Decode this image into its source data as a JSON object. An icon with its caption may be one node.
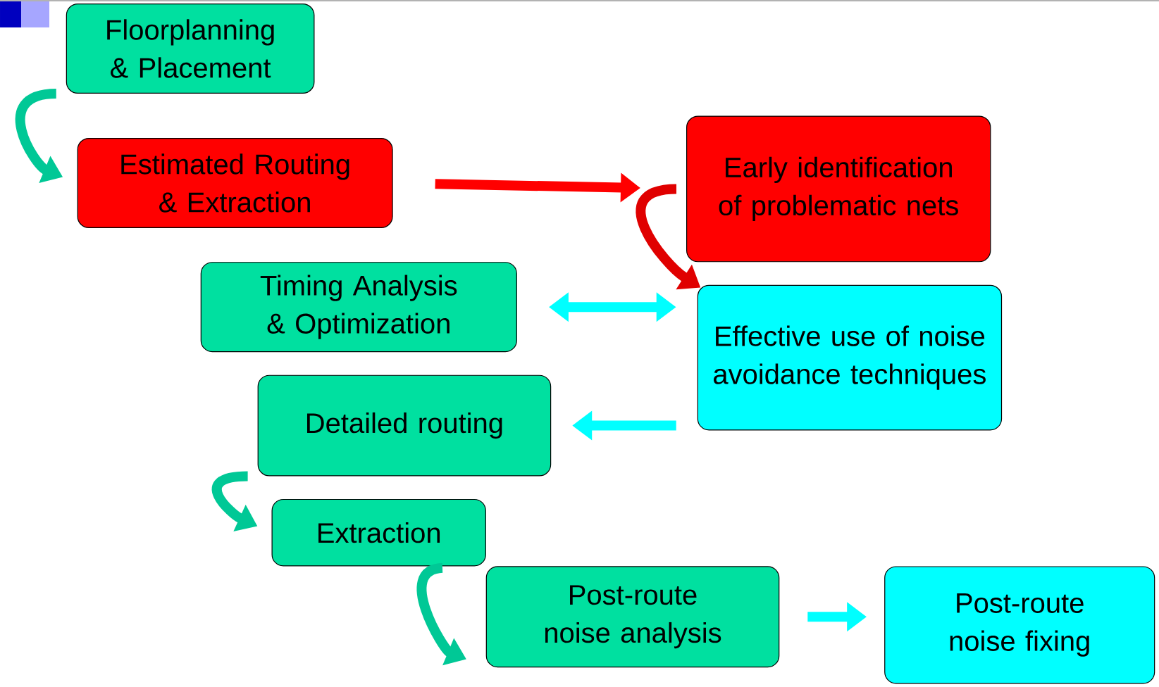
{
  "diagram": {
    "nodes": [
      {
        "text": [
          "Floorplanning & Placement"
        ]
      },
      {
        "text": [
          "Estimated Routing & Extraction"
        ]
      },
      {
        "text": [
          "Early identification of problematic nets"
        ]
      },
      {
        "text": [
          "Timing Analysis & Optimization"
        ]
      },
      {
        "text": [
          "Effective use of noise avoidance techniques"
        ]
      },
      {
        "text": [
          "Detailed routing"
        ]
      },
      {
        "text": [
          "Extraction"
        ]
      },
      {
        "text": [
          "Post-route noise analysis"
        ]
      },
      {
        "text": [
          "Post-route noise fixing"
        ]
      }
    ],
    "edges": [
      {
        "from": 0,
        "to": 1,
        "arrow": "to",
        "color": "#00c896"
      },
      {
        "from": 1,
        "to": 2,
        "arrow": "to",
        "color": "#ff0000"
      },
      {
        "from": 2,
        "to": 4,
        "arrow": "to",
        "color": "#e00000"
      },
      {
        "from": 3,
        "to": 4,
        "arrow": "both",
        "color": "#00ffff"
      },
      {
        "from": 4,
        "to": 5,
        "arrow": "to",
        "color": "#00ffff"
      },
      {
        "from": 5,
        "to": 6,
        "arrow": "to",
        "color": "#00c896"
      },
      {
        "from": 6,
        "to": 7,
        "arrow": "to",
        "color": "#00c896"
      },
      {
        "from": 7,
        "to": 8,
        "arrow": "to",
        "color": "#00ffff"
      }
    ]
  }
}
